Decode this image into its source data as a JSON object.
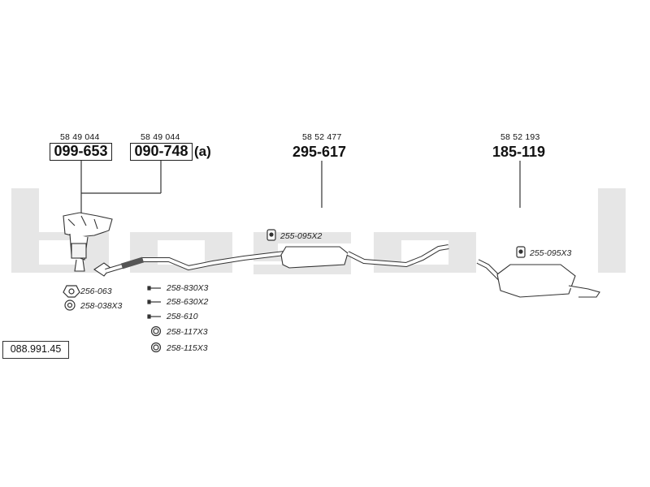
{
  "assembly_number": "088.991.45",
  "parts": [
    {
      "oe": "58 49 044",
      "number": "099-653",
      "suffix": ""
    },
    {
      "oe": "58 49 044",
      "number": "090-748",
      "suffix": "(a)"
    },
    {
      "oe": "58 52 477",
      "number": "295-617",
      "suffix": ""
    },
    {
      "oe": "58 52 193",
      "number": "185-119",
      "suffix": ""
    }
  ],
  "accessories": [
    {
      "code": "256-063",
      "icon": "triangle-flange-gasket-icon"
    },
    {
      "code": "258-038X3",
      "icon": "nut-icon"
    },
    {
      "code": "258-830X3",
      "icon": "bolt-icon"
    },
    {
      "code": "258-630X2",
      "icon": "bolt-icon"
    },
    {
      "code": "258-610",
      "icon": "bolt-icon"
    },
    {
      "code": "258-117X3",
      "icon": "ring-gasket-icon"
    },
    {
      "code": "258-115X3",
      "icon": "ring-gasket-icon"
    },
    {
      "code": "255-095X2",
      "icon": "rubber-hanger-icon"
    },
    {
      "code": "255-095X3",
      "icon": "rubber-hanger-icon"
    }
  ],
  "watermark": "bosal"
}
